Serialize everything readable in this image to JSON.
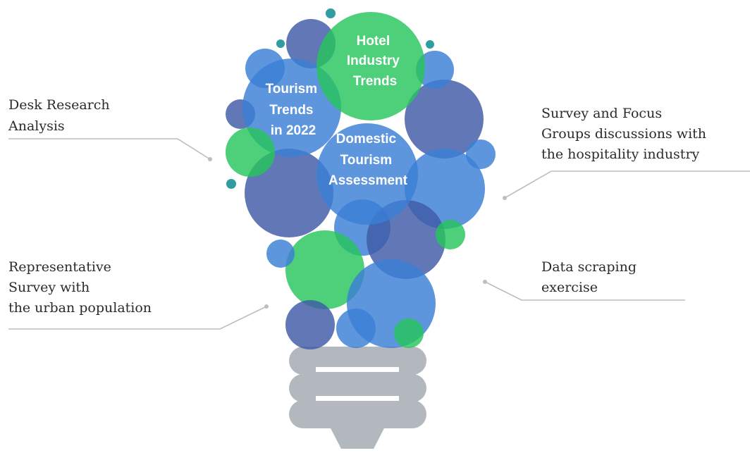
{
  "colors": {
    "blue": "#3a7fd5",
    "navy": "#3f5aa6",
    "green": "#27c45c",
    "teal": "#2f9ea0",
    "base_gray": "#b3b8bf",
    "leader_gray": "#bdbdbd"
  },
  "bubble_labels": {
    "hotel": [
      "Hotel",
      "Industry",
      "Trends"
    ],
    "tourism": [
      "Tourism",
      "Trends",
      "in 2022"
    ],
    "domestic": [
      "Domestic",
      "Tourism",
      "Assessment"
    ]
  },
  "methods": {
    "desk": [
      "Desk Research",
      "Analysis"
    ],
    "survey": [
      "Survey and Focus",
      "Groups discussions with",
      "the hospitality industry"
    ],
    "representative": [
      "Representative",
      "Survey with",
      "the urban population"
    ],
    "scraping": [
      "Data scraping",
      "exercise"
    ]
  }
}
